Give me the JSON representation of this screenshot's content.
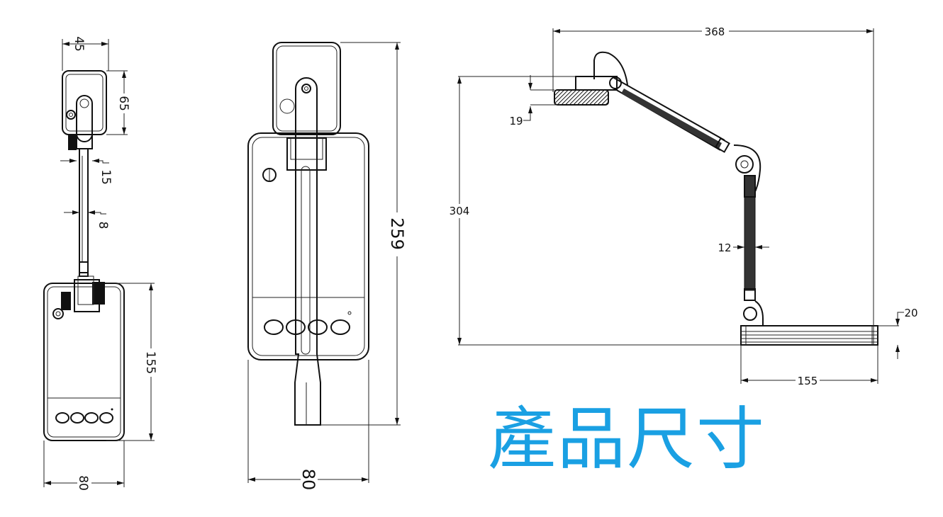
{
  "title": "產品尺寸",
  "title_color": "#1aa0e3",
  "top_view": {
    "head_width": "45",
    "head_depth": "65",
    "knob_width": "15",
    "arm_width": "8",
    "base_depth": "155",
    "base_width": "80"
  },
  "front_view": {
    "total_height": "259",
    "base_width": "80"
  },
  "side_view": {
    "total_reach": "368",
    "total_height": "304",
    "head_thickness": "19",
    "arm_width": "12",
    "base_thickness": "20",
    "base_depth": "155"
  }
}
